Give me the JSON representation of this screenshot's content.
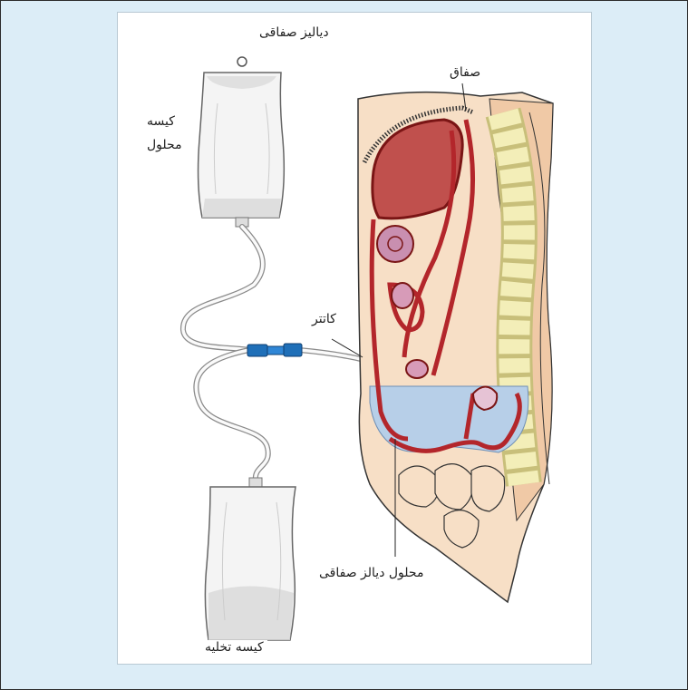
{
  "figure": {
    "title": "دیالیز صفاقی",
    "labels": {
      "solution_bag_line1": "کیسه",
      "solution_bag_line2": "محلول",
      "peritoneum": "صفاق",
      "catheter": "کاتتر",
      "dialysis_fluid": "محلول دیالز صفاقی",
      "drainage_bag": "کیسه تخلیه"
    }
  },
  "colors": {
    "background": "#dcedf7",
    "organ_red": "#b3262b",
    "fluid_blue": "#b7cfe8",
    "connector_blue": "#1f6fb8",
    "spine_yellow": "#f3eeb8"
  }
}
